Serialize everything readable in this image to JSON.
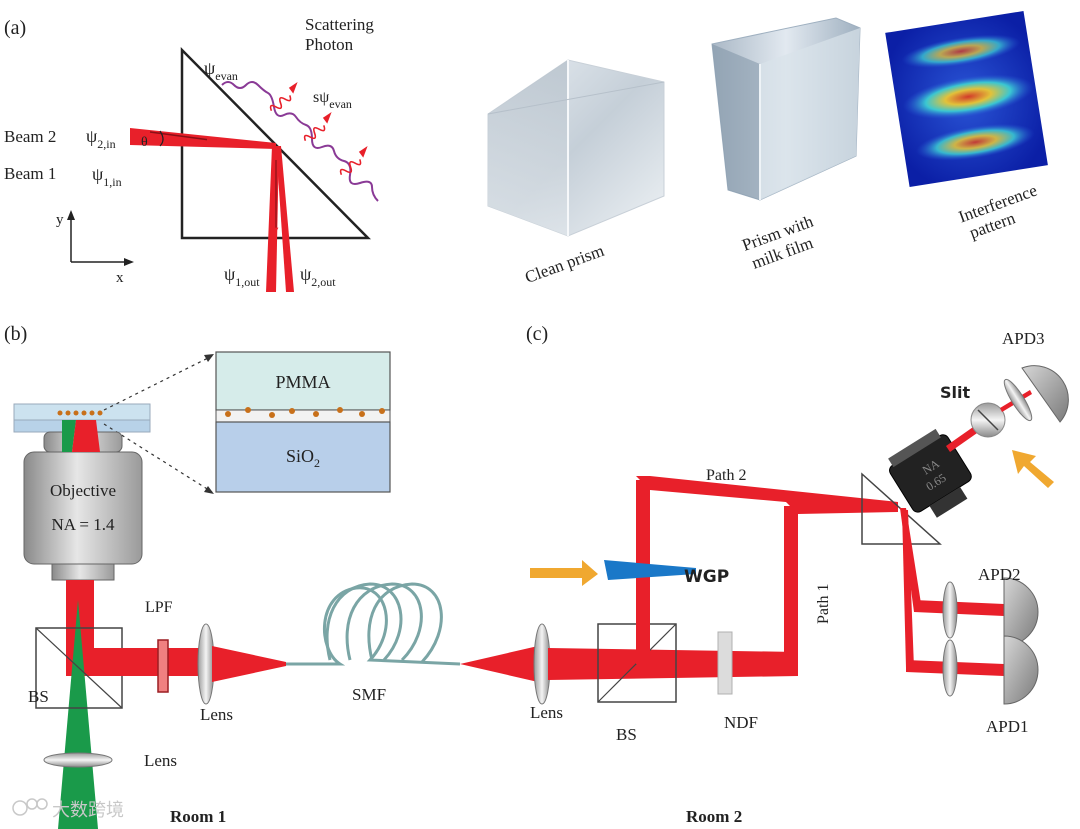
{
  "panel_labels": {
    "a": "(a)",
    "b": "(b)",
    "c": "(c)"
  },
  "panel_a": {
    "scattering_line1": "Scattering",
    "scattering_line2": "Photon",
    "psi": "ψ",
    "sub_evan": "evan",
    "s_psi_prefix": "sψ",
    "beam2": "Beam 2",
    "beam1": "Beam 1",
    "sub_2in": "2,in",
    "sub_1in": "1,in",
    "sub_1out": "1,out",
    "sub_2out": "2,out",
    "theta": "θ",
    "axis_y": "y",
    "axis_x": "x",
    "captions": {
      "clean": "Clean prism",
      "milk_line1": "Prism with",
      "milk_line2": "milk film",
      "interf_line1": "Interference",
      "interf_line2": "pattern"
    }
  },
  "panel_b": {
    "pmma": "PMMA",
    "sio2_base": "SiO",
    "sio2_sub": "2",
    "objective": "Objective",
    "na": "NA = 1.4",
    "lpf": "LPF",
    "bs": "BS",
    "lens": "Lens",
    "lens_bottom": "Lens",
    "smf": "SMF",
    "room": "Room  1"
  },
  "panel_c": {
    "apd3": "APD3",
    "slit": "Slit",
    "path2": "Path 2",
    "path1": "Path 1",
    "obj_na_line1": "NA",
    "obj_na_line2": "0.65",
    "wgp": "WGP",
    "apd2": "APD2",
    "apd1": "APD1",
    "lens": "Lens",
    "bs": "BS",
    "ndf": "NDF",
    "room": "Room  2"
  },
  "watermark": "大数跨境",
  "colors": {
    "laser_red": "#e8202a",
    "green": "#1a9a4a",
    "wave_purple": "#8a3a96",
    "fiber": "#7aa5a5",
    "wgp_blue": "#1a78c8",
    "arrow_orange": "#f0a830",
    "pmma_fill": "#d6ecea",
    "sio2_fill": "#b8cfea"
  }
}
